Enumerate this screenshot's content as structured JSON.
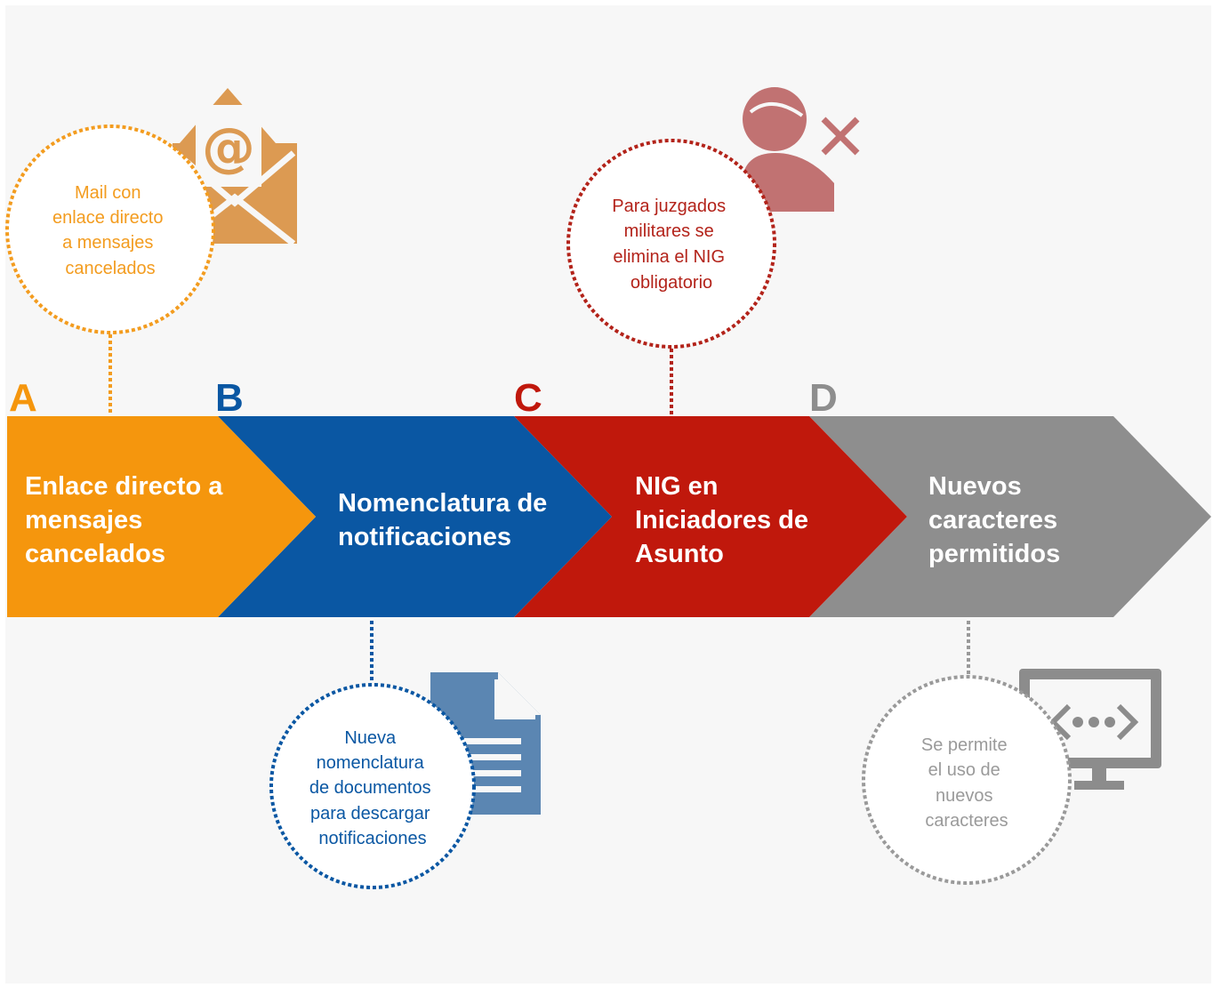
{
  "stages": [
    {
      "letter": "A",
      "color": "#f5960d",
      "title_lines": [
        "Enlace directo a",
        "mensajes",
        "cancelados"
      ],
      "callout_lines": [
        "Mail con",
        "enlace directo",
        "a mensajes",
        "cancelados"
      ],
      "callout_color": "#f39c1f",
      "icon": "envelope-at-icon",
      "icon_color": "#dc9a52"
    },
    {
      "letter": "B",
      "color": "#0a57a3",
      "title_lines": [
        "Nomenclatura de",
        "notificaciones"
      ],
      "callout_lines": [
        "Nueva",
        "nomenclatura",
        "de documentos",
        "para descargar",
        "notificaciones"
      ],
      "callout_color": "#0a57a3",
      "icon": "document-icon",
      "icon_color": "#5b86b2"
    },
    {
      "letter": "C",
      "color": "#c0180c",
      "title_lines": [
        "NIG en",
        "Iniciadores de",
        "Asunto"
      ],
      "callout_lines": [
        "Para juzgados",
        "militares se",
        "elimina el NIG",
        "obligatorio"
      ],
      "callout_color": "#b3231a",
      "icon": "user-remove-icon",
      "icon_color": "#c17272"
    },
    {
      "letter": "D",
      "color": "#8e8e8e",
      "title_lines": [
        "Nuevos",
        "caracteres",
        "permitidos"
      ],
      "callout_lines": [
        "Se permite",
        "el uso de",
        "nuevos",
        "caracteres"
      ],
      "callout_color": "#9a9a9a",
      "icon": "monitor-code-icon",
      "icon_color": "#8c8c8c"
    }
  ]
}
